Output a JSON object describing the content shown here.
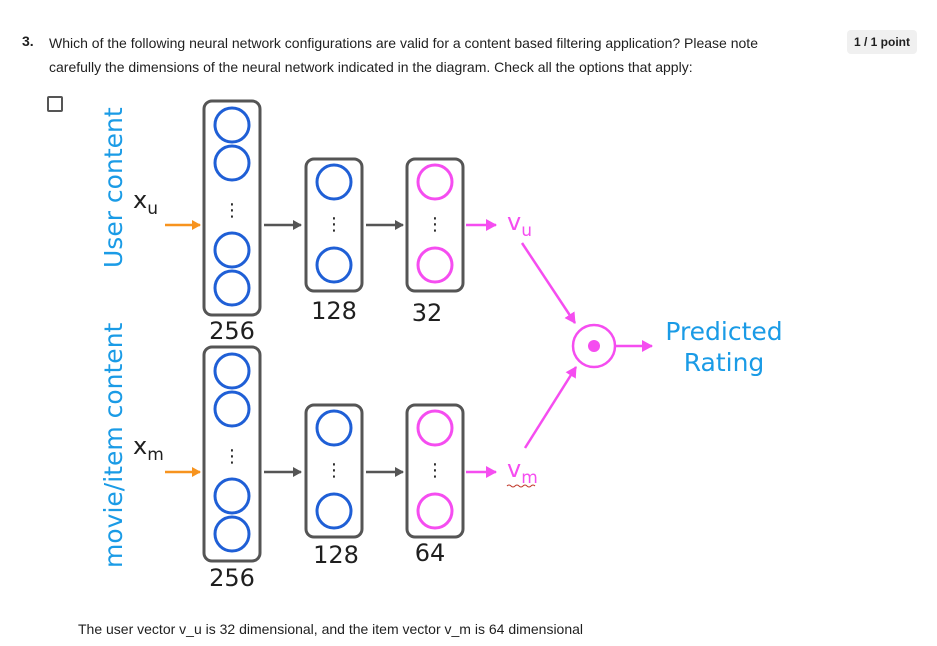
{
  "question": {
    "number": "3.",
    "text": "Which of the following neural network configurations are valid for a content based filtering application? Please note carefully the dimensions of the neural network indicated in the diagram. Check all the options that apply:",
    "score": "1 / 1 point"
  },
  "diagram": {
    "user_label": "User content",
    "item_label": "movie/item content",
    "xu_main": "x",
    "xu_sub": "u",
    "xm_main": "x",
    "xm_sub": "m",
    "vu_main": "v",
    "vu_sub": "u",
    "vm_main": "v",
    "vm_sub": "m",
    "user_layer_sizes": [
      "256",
      "128",
      "32"
    ],
    "item_layer_sizes": [
      "256",
      "128",
      "64"
    ],
    "ellipsis": "⋮",
    "output_label_line1": "Predicted",
    "output_label_line2": "Rating",
    "colors": {
      "blue_node": "#1f5fd6",
      "magenta": "#f54df0",
      "orange": "#f7931e",
      "label_blue": "#1a9be6",
      "box": "#555555"
    }
  },
  "option": {
    "text": "The user vector v_u is 32 dimensional, and the item vector v_m is 64 dimensional"
  }
}
